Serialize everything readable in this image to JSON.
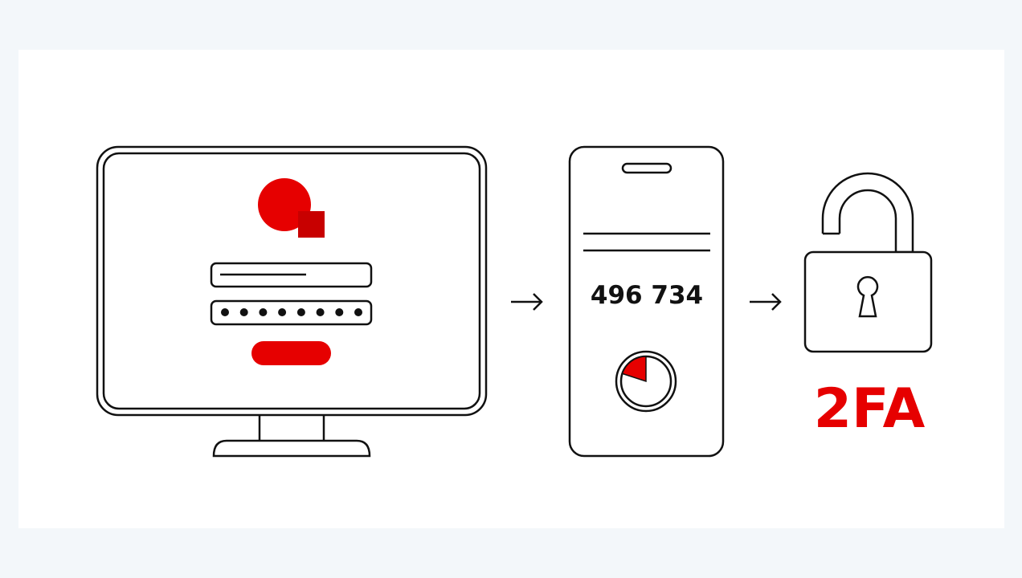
{
  "colors": {
    "page_background": "#f3f7fa",
    "card_background": "#ffffff",
    "stroke": "#111111",
    "accent": "#e60000",
    "accent_dark": "#c80000"
  },
  "icons": {
    "monitor": "monitor-icon",
    "logo": "brand-logo-icon",
    "arrow": "arrow-right-icon",
    "phone": "smartphone-icon",
    "timer": "countdown-timer-icon",
    "padlock": "unlocked-padlock-icon"
  },
  "login_form": {
    "password_mask_count": 8
  },
  "phone": {
    "verification_code": "496 734",
    "timer_elapsed_fraction": 0.2
  },
  "result": {
    "label": "2FA"
  }
}
